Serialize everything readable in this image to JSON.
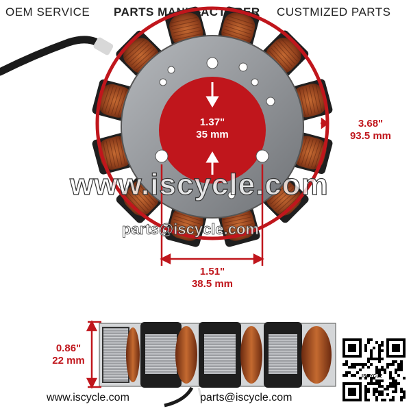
{
  "header": {
    "left": "OEM SERVICE",
    "center": "PARTS MANUFACTURER",
    "right": "CUSTMIZED PARTS"
  },
  "dimensions": {
    "inner_in": "1.37\"",
    "inner_mm": "35 mm",
    "outer_in": "3.68\"",
    "outer_mm": "93.5 mm",
    "bolt_in": "1.51\"",
    "bolt_mm": "38.5 mm",
    "height_in": "0.86\"",
    "height_mm": "22 mm"
  },
  "watermark": {
    "large": "www.iscycle.com",
    "small": "parts@iscycle.com"
  },
  "footer": {
    "website": "www.iscycle.com",
    "email": "parts@iscycle.com",
    "qr_label": "ISCYCLE"
  },
  "colors": {
    "accent_red": "#c0161c",
    "coil_copper": "#9a4a22",
    "plate_gray": "#8a8d92"
  }
}
